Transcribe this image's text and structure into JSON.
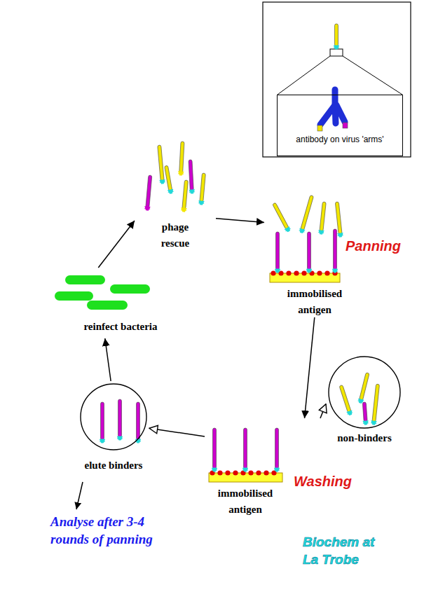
{
  "diagram": {
    "nodes": [
      {
        "text": [
          "antibody on virus 'arms'"
        ]
      },
      {
        "text": [
          "phage rescue"
        ]
      },
      {
        "text": [
          "Panning",
          "immobilised antigen"
        ]
      },
      {
        "text": [
          "non-binders"
        ]
      },
      {
        "text": [
          "immobilised antigen",
          "Washing"
        ]
      },
      {
        "text": [
          "elute binders"
        ]
      },
      {
        "text": [
          "reinfect bacteria"
        ]
      }
    ],
    "edges": [
      {
        "from": 1,
        "to": 2,
        "arrow": "to"
      },
      {
        "from": 2,
        "to": 4,
        "arrow": "to"
      },
      {
        "from": 4,
        "to": 3,
        "arrow": "to"
      },
      {
        "from": 4,
        "to": 5,
        "arrow": "to"
      },
      {
        "from": 5,
        "to": 6,
        "arrow": "to"
      },
      {
        "from": 6,
        "to": 1,
        "arrow": "to"
      }
    ],
    "labels": [
      "Analyse after 3-4 rounds of panning",
      "Biochem at La Trobe"
    ]
  }
}
